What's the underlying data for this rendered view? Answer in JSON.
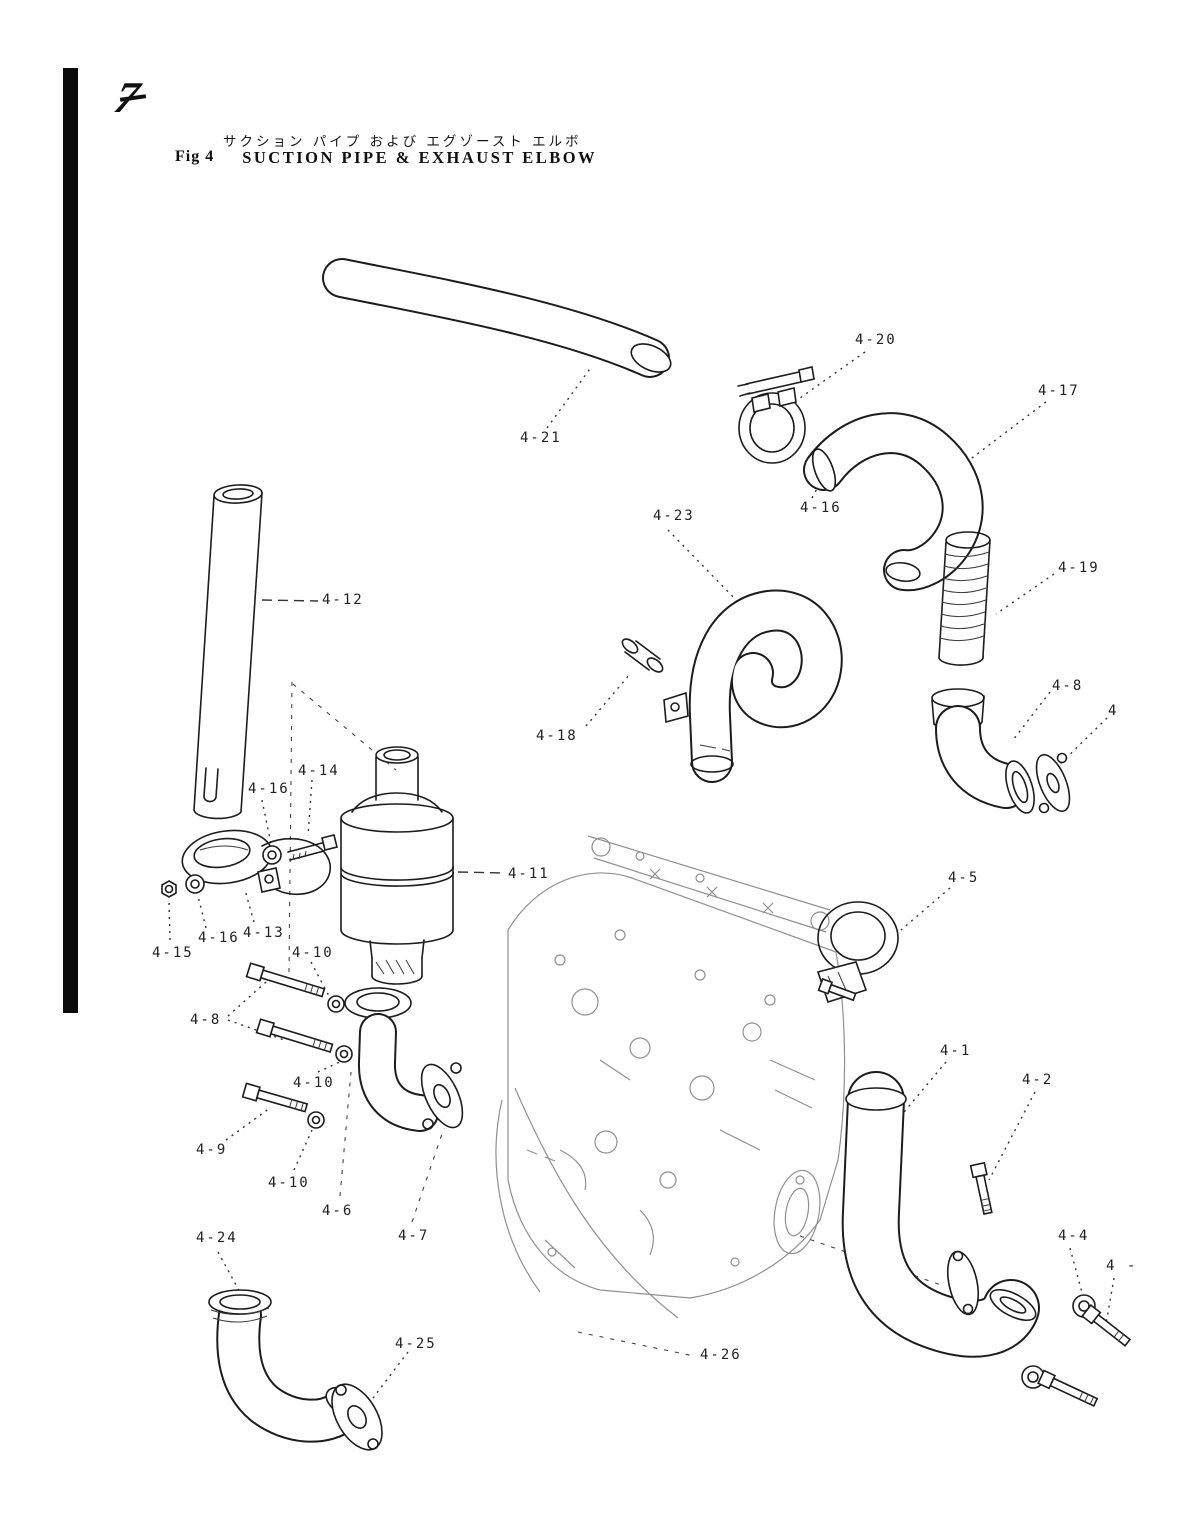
{
  "page": {
    "fig_label": "Fig 4",
    "title_en": "SUCTION PIPE & EXHAUST ELBOW",
    "title_ja": "サクション パイプ および エグゾースト エルボ",
    "corner_mark": "7"
  },
  "colors": {
    "ink": "#1c1c1c",
    "faint": "#909090",
    "paper": "#ffffff",
    "binder_bar": "#0b0b0b"
  },
  "callouts": [
    {
      "text": "4-20"
    },
    {
      "text": "4-17"
    },
    {
      "text": "4-16"
    },
    {
      "text": "4-21"
    },
    {
      "text": "4-23"
    },
    {
      "text": "4-12"
    },
    {
      "text": "4-19"
    },
    {
      "text": "4-8"
    },
    {
      "text": "4"
    },
    {
      "text": "4-18"
    },
    {
      "text": "4-14"
    },
    {
      "text": "4-16"
    },
    {
      "text": "4-11"
    },
    {
      "text": "4-5"
    },
    {
      "text": "4-15"
    },
    {
      "text": "4-16"
    },
    {
      "text": "4-13"
    },
    {
      "text": "4-10"
    },
    {
      "text": "4-8"
    },
    {
      "text": "4-10"
    },
    {
      "text": "4-9"
    },
    {
      "text": "4-10"
    },
    {
      "text": "4-6"
    },
    {
      "text": "4-7"
    },
    {
      "text": "4-24"
    },
    {
      "text": "4-1"
    },
    {
      "text": "4-2"
    },
    {
      "text": "4-25"
    },
    {
      "text": "4-26"
    },
    {
      "text": "4-4"
    },
    {
      "text": "4 -"
    }
  ]
}
